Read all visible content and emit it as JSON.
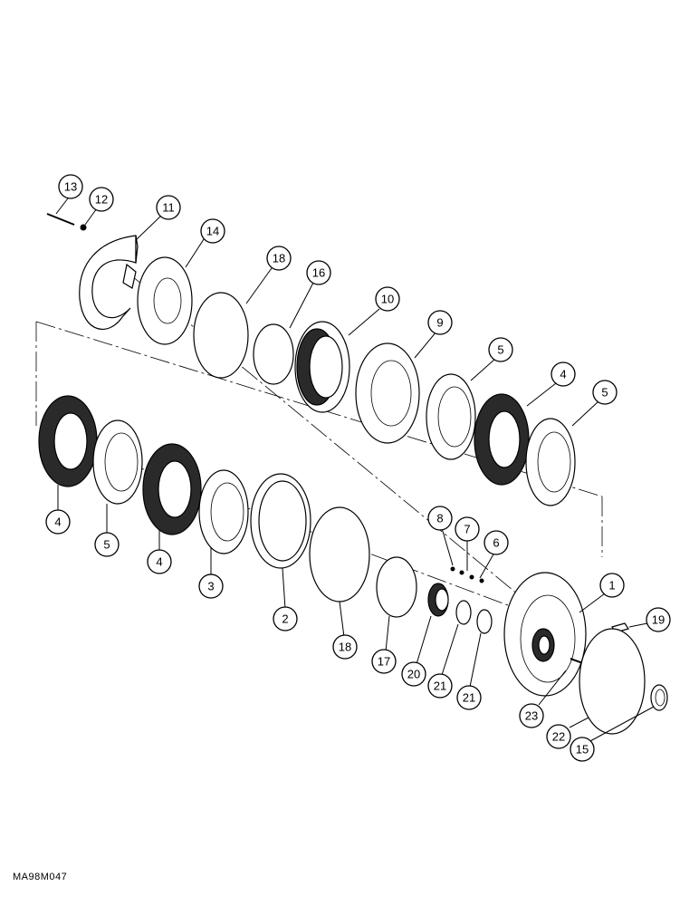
{
  "figure_id": "MA98M047",
  "callouts": [
    {
      "id": "c13",
      "label": "13"
    },
    {
      "id": "c12",
      "label": "12"
    },
    {
      "id": "c11",
      "label": "11"
    },
    {
      "id": "c14",
      "label": "14"
    },
    {
      "id": "c18a",
      "label": "18"
    },
    {
      "id": "c16",
      "label": "16"
    },
    {
      "id": "c10",
      "label": "10"
    },
    {
      "id": "c9",
      "label": "9"
    },
    {
      "id": "c5a",
      "label": "5"
    },
    {
      "id": "c4a",
      "label": "4"
    },
    {
      "id": "c5b",
      "label": "5"
    },
    {
      "id": "c4b",
      "label": "4"
    },
    {
      "id": "c5c",
      "label": "5"
    },
    {
      "id": "c4c",
      "label": "4"
    },
    {
      "id": "c3",
      "label": "3"
    },
    {
      "id": "c2",
      "label": "2"
    },
    {
      "id": "c18b",
      "label": "18"
    },
    {
      "id": "c17",
      "label": "17"
    },
    {
      "id": "c8",
      "label": "8"
    },
    {
      "id": "c7",
      "label": "7"
    },
    {
      "id": "c6",
      "label": "6"
    },
    {
      "id": "c20",
      "label": "20"
    },
    {
      "id": "c21a",
      "label": "21"
    },
    {
      "id": "c21b",
      "label": "21"
    },
    {
      "id": "c1",
      "label": "1"
    },
    {
      "id": "c19",
      "label": "19"
    },
    {
      "id": "c23",
      "label": "23"
    },
    {
      "id": "c22",
      "label": "22"
    },
    {
      "id": "c15",
      "label": "15"
    }
  ]
}
